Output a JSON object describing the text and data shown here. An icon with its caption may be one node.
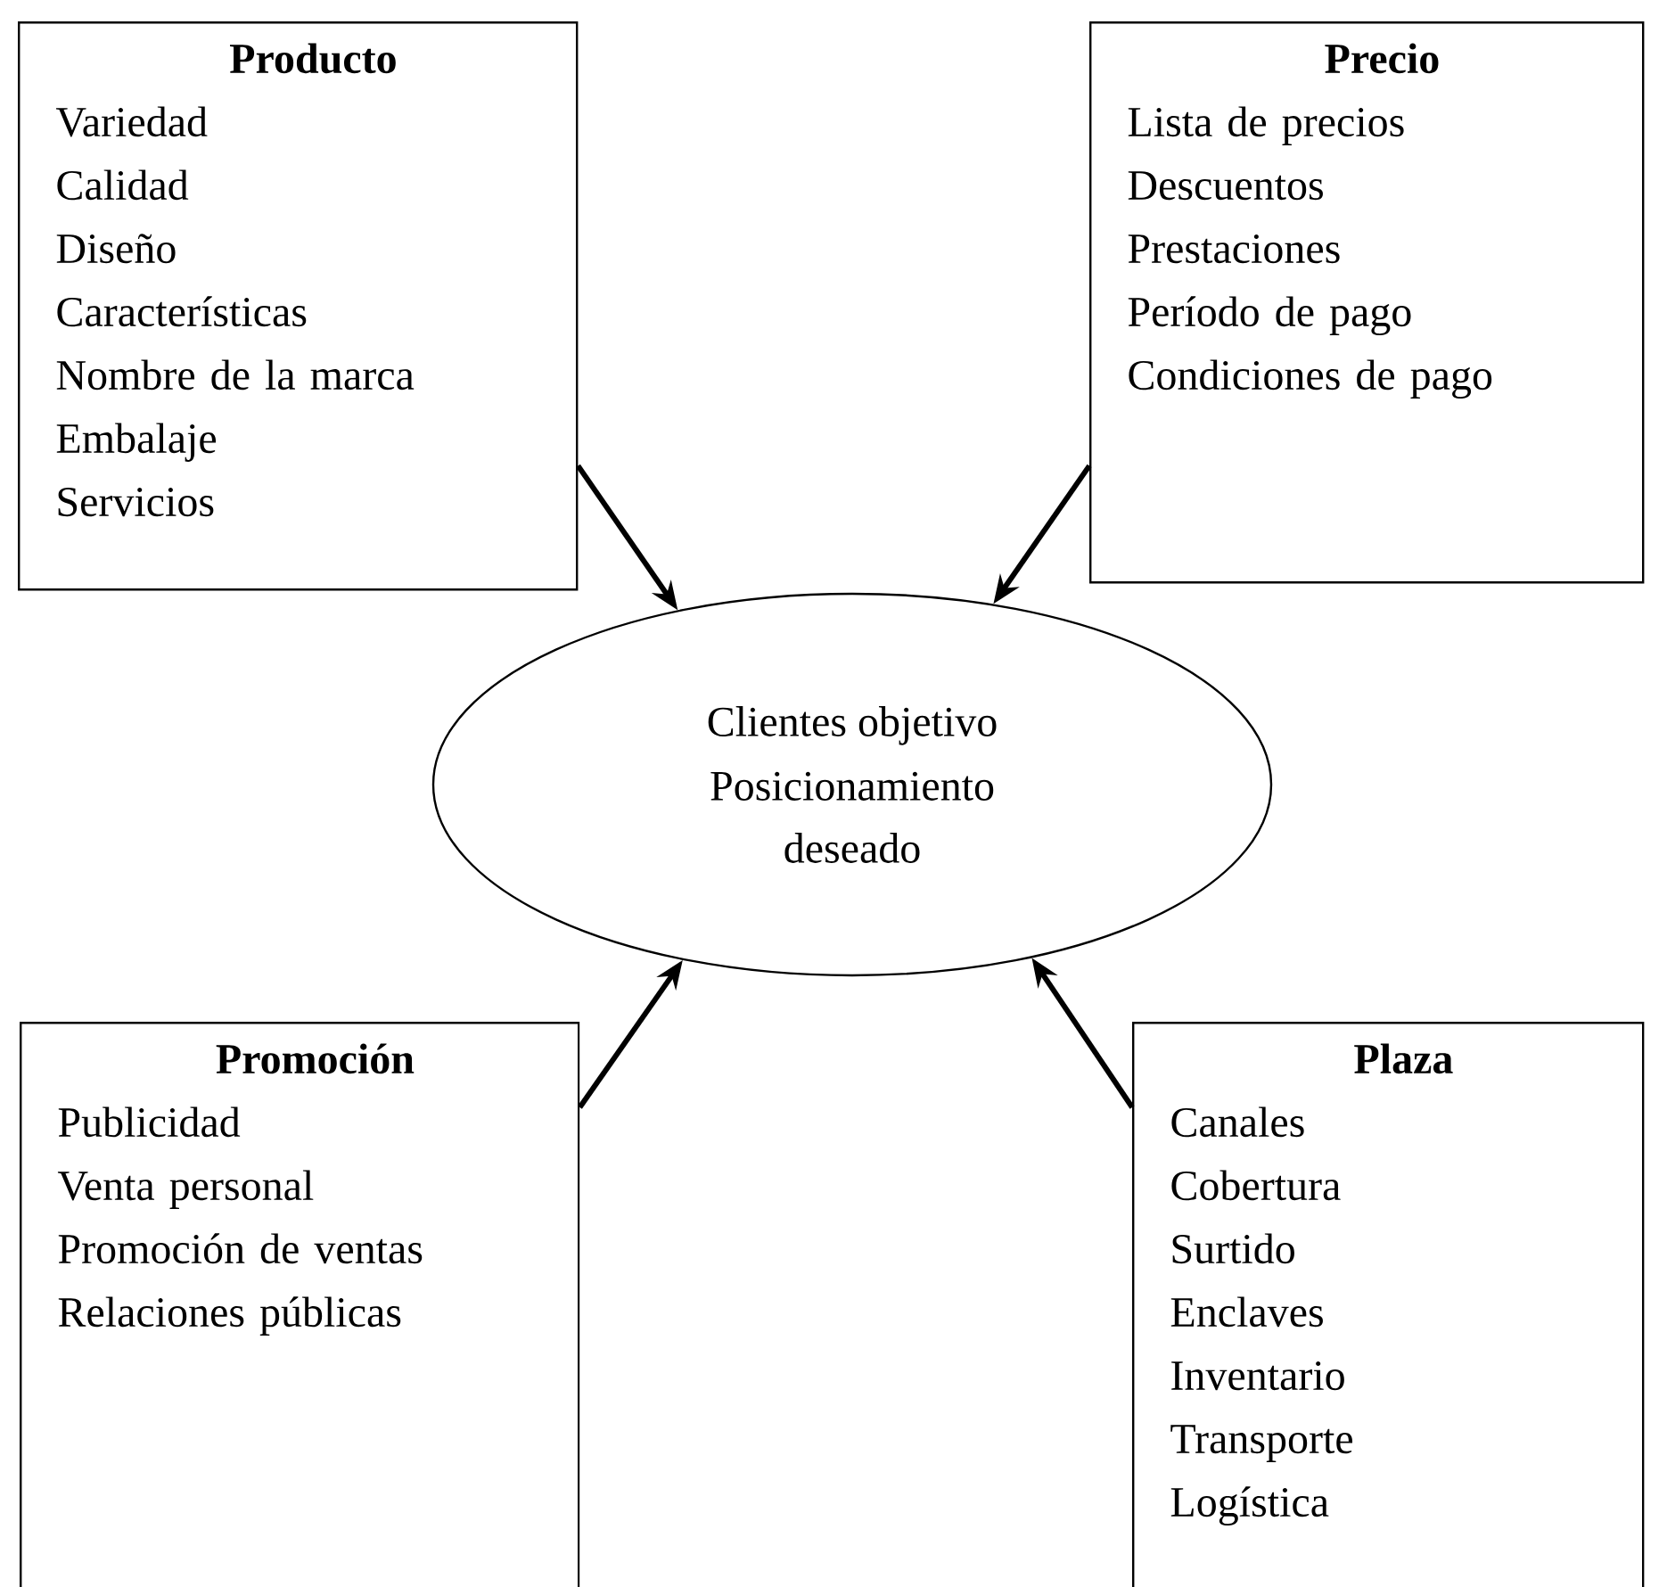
{
  "diagram": {
    "nodes": [
      {
        "text": [
          "Producto",
          "Variedad",
          "Calidad",
          "Diseño",
          "Características",
          "Nombre de la marca",
          "Embalaje",
          "Servicios"
        ]
      },
      {
        "text": [
          "Precio",
          "Lista de precios",
          "Descuentos",
          "Prestaciones",
          "Período de pago",
          "Condiciones de pago"
        ]
      },
      {
        "text": [
          "Clientes objetivo",
          "Posicionamiento deseado"
        ]
      },
      {
        "text": [
          "Promoción",
          "Publicidad",
          "Venta personal",
          "Promoción de ventas",
          "Relaciones públicas"
        ]
      },
      {
        "text": [
          "Plaza",
          "Canales",
          "Cobertura",
          "Surtido",
          "Enclaves",
          "Inventario",
          "Transporte",
          "Logística"
        ]
      }
    ],
    "edges": [
      {
        "from": 0,
        "to": 2,
        "arrow": "to"
      },
      {
        "from": 1,
        "to": 2,
        "arrow": "to"
      },
      {
        "from": 3,
        "to": 2,
        "arrow": "to"
      },
      {
        "from": 4,
        "to": 2,
        "arrow": "to"
      }
    ]
  }
}
